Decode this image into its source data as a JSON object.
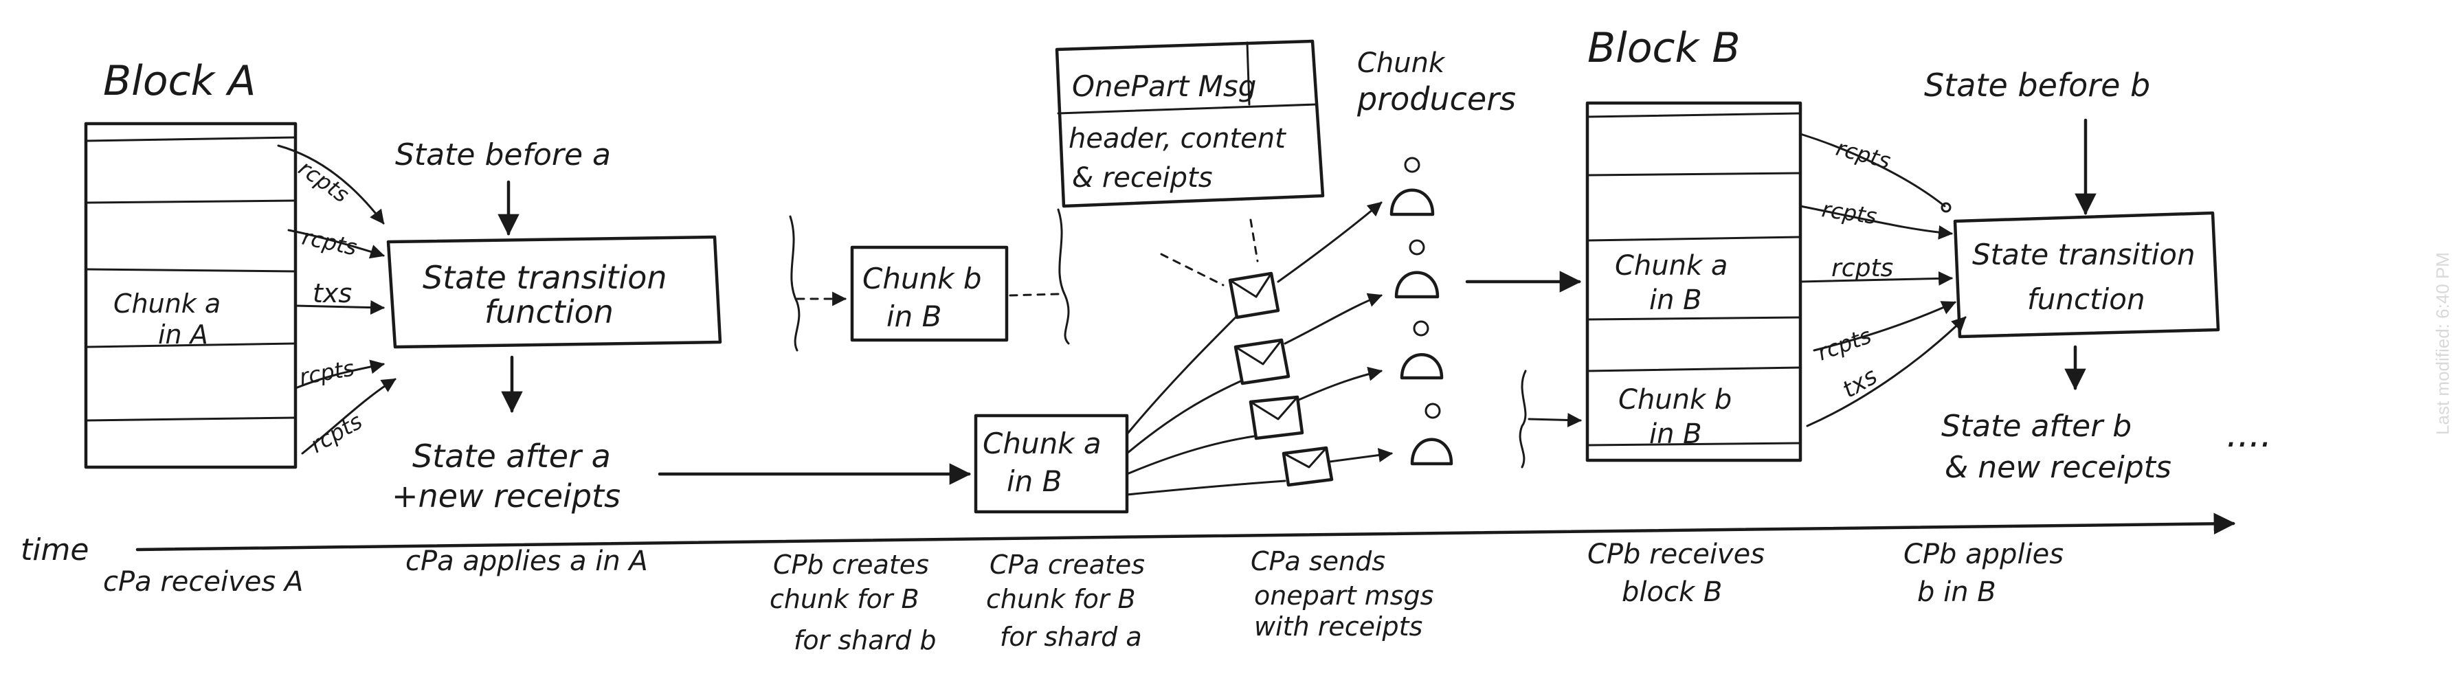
{
  "watermark": "Last modified: 6:40 PM",
  "labels": {
    "block_a": "Block A",
    "chunk_a_in_a_1": "Chunk a",
    "chunk_a_in_a_2": "in A",
    "state_before_a": "State before a",
    "stf_a_1": "State transition",
    "stf_a_2": "function",
    "state_after_a_1": "State after a",
    "state_after_a_2": "+new receipts",
    "chunk_b_in_b_1": "Chunk b",
    "chunk_b_in_b_2": "in B",
    "chunk_a_in_b_1": "Chunk a",
    "chunk_a_in_b_2": "in B",
    "onepart_title": "OnePart Msg",
    "onepart_body_1": "header, content",
    "onepart_body_2": "& receipts",
    "chunk_producers_1": "Chunk",
    "chunk_producers_2": "producers",
    "block_b": "Block B",
    "b_chunk_a_1": "Chunk a",
    "b_chunk_a_2": "in B",
    "b_chunk_b_1": "Chunk b",
    "b_chunk_b_2": "in B",
    "state_before_b": "State before b",
    "stf_b_1": "State transition",
    "stf_b_2": "function",
    "state_after_b_1": "State after b",
    "state_after_b_2": "& new receipts",
    "ellipsis": "....",
    "time": "time"
  },
  "edges_a": [
    "rcpts",
    "rcpts",
    "txs",
    "rcpts",
    "rcpts"
  ],
  "edges_b": [
    "rcpts",
    "rcpts",
    "rcpts",
    "rcpts",
    "txs"
  ],
  "timeline": [
    [
      "cPa receives A"
    ],
    [
      "cPa applies a in A"
    ],
    [
      "CPb creates",
      "chunk for B",
      "for shard b"
    ],
    [
      "CPa creates",
      "chunk for B",
      "for shard a"
    ],
    [
      "CPa sends",
      "onepart msgs",
      "with receipts"
    ],
    [
      "CPb receives",
      "block B"
    ],
    [
      "CPb applies",
      "b in B"
    ]
  ]
}
